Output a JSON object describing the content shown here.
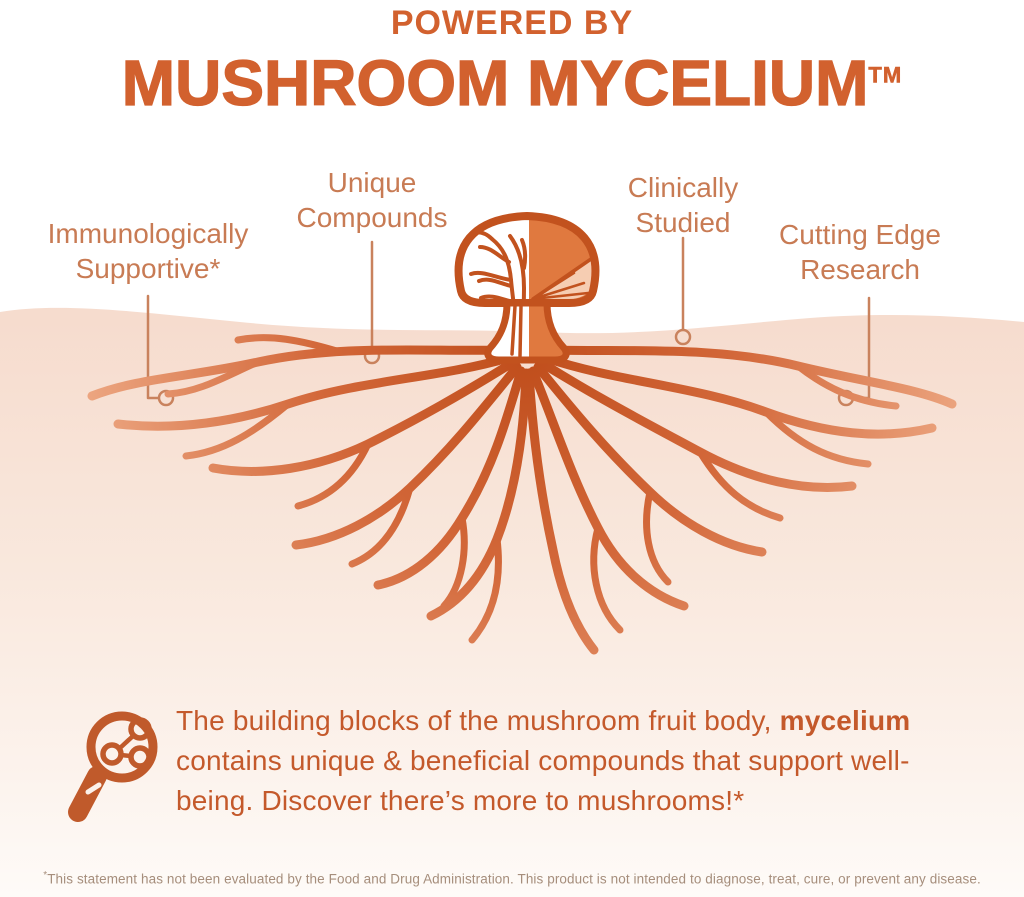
{
  "header": {
    "kicker": "POWERED BY",
    "title": "MUSHROOM MYCELIUM",
    "trademark": "TM"
  },
  "callouts": {
    "immuno": {
      "line1": "Immunologically",
      "line2": "Supportive*"
    },
    "unique": {
      "line1": "Unique",
      "line2": "Compounds"
    },
    "clinical": {
      "line1": "Clinically",
      "line2": "Studied"
    },
    "cutting": {
      "line1": "Cutting Edge",
      "line2": "Research"
    }
  },
  "body": {
    "line1_regular": "The building blocks of the mushroom fruit body,",
    "line1_bold": "mycelium",
    "line2": "contains unique & beneficial compounds that support well-",
    "line3": "being. Discover there’s more to mushrooms!*"
  },
  "footnote": {
    "sup": "*",
    "text": "This statement has not been evaluated by the Food and Drug Administration. This product is not intended to diagnose, treat, cure, or prevent any disease."
  },
  "icons": {
    "magnifier": "magnifier-molecule-icon",
    "mushroom": "mushroom-mycelium-illustration"
  },
  "colors": {
    "title_orange": "#D2612E",
    "label_orange": "#C87B54",
    "body_orange": "#C4592B",
    "footnote_brown": "#A68E7C",
    "outline_dark_orange": "#C2521E",
    "mushroom_fill_orange": "#E0793F",
    "gills_peach": "#F6CDB2",
    "root_gradient_dark": "#C04E1C",
    "root_gradient_light": "#EFAD89",
    "ground_top": "#F6DBCD",
    "ground_bottom": "#FEFBF8"
  }
}
